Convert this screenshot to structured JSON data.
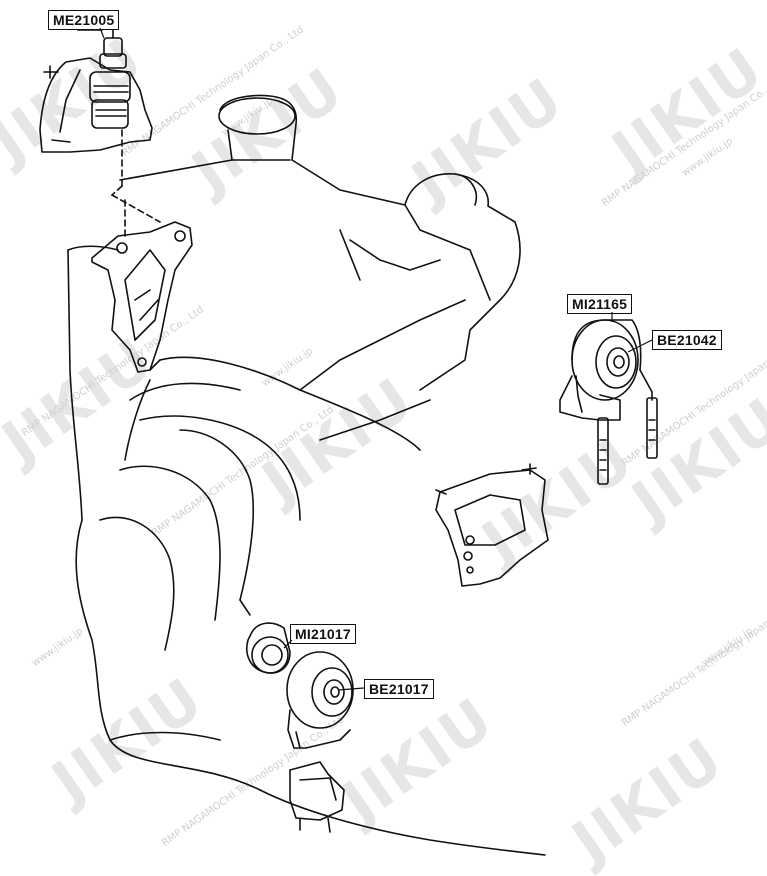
{
  "watermark": {
    "brand": "JIKIU",
    "company": "RMP NAGAMOCHI Technology Japan Co., Ltd",
    "url": "www.jikiu.jp"
  },
  "labels": {
    "engine_mount_top": "ME21005",
    "transmission_mount": "MI21165",
    "transmission_bushing": "BE21042",
    "front_mount": "MI21017",
    "front_bushing": "BE21017"
  },
  "colors": {
    "line": "#111111",
    "watermark": "#d8d8d8",
    "background": "#ffffff"
  }
}
